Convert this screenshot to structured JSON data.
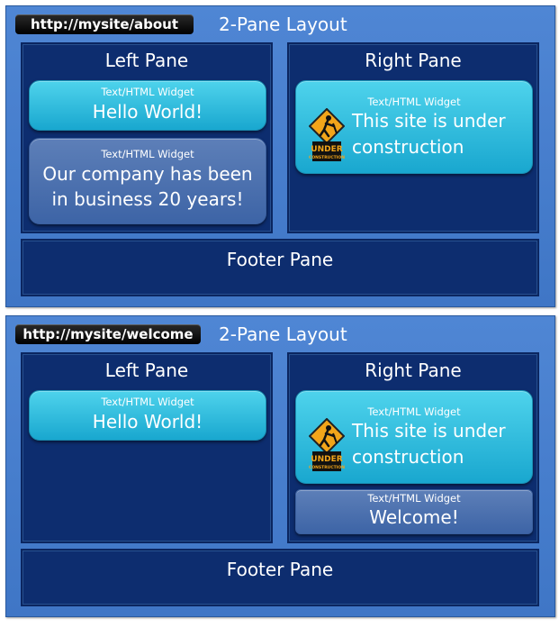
{
  "panels": [
    {
      "url": "http://mysite/about",
      "layout_title": "2-Pane Layout",
      "left_pane": {
        "title": "Left Pane",
        "widgets": [
          {
            "label": "Text/HTML Widget",
            "text": "Hello World!"
          },
          {
            "label": "Text/HTML Widget",
            "text_line1": "Our company has been",
            "text_line2": "in business 20 years!"
          }
        ]
      },
      "right_pane": {
        "title": "Right Pane",
        "widgets": [
          {
            "label": "Text/HTML Widget",
            "text_line1": "This site is under",
            "text_line2": "construction",
            "sign_text": "UNDER CONSTRUCTION"
          }
        ]
      },
      "footer_pane": {
        "title": "Footer Pane"
      }
    },
    {
      "url": "http://mysite/welcome",
      "layout_title": "2-Pane Layout",
      "left_pane": {
        "title": "Left Pane",
        "widgets": [
          {
            "label": "Text/HTML Widget",
            "text": "Hello World!"
          }
        ]
      },
      "right_pane": {
        "title": "Right Pane",
        "widgets": [
          {
            "label": "Text/HTML Widget",
            "text_line1": "This site is under",
            "text_line2": "construction",
            "sign_text": "UNDER CONSTRUCTION"
          },
          {
            "label": "Text/HTML Widget",
            "text": "Welcome!"
          }
        ]
      },
      "footer_pane": {
        "title": "Footer Pane"
      }
    }
  ],
  "colors": {
    "panel_bg": "#4a80cf",
    "pane_bg": "#0d2d6f",
    "widget_cyan": "#2bbbe0",
    "widget_blue": "#4a6fae",
    "url_bar": "#000000"
  }
}
